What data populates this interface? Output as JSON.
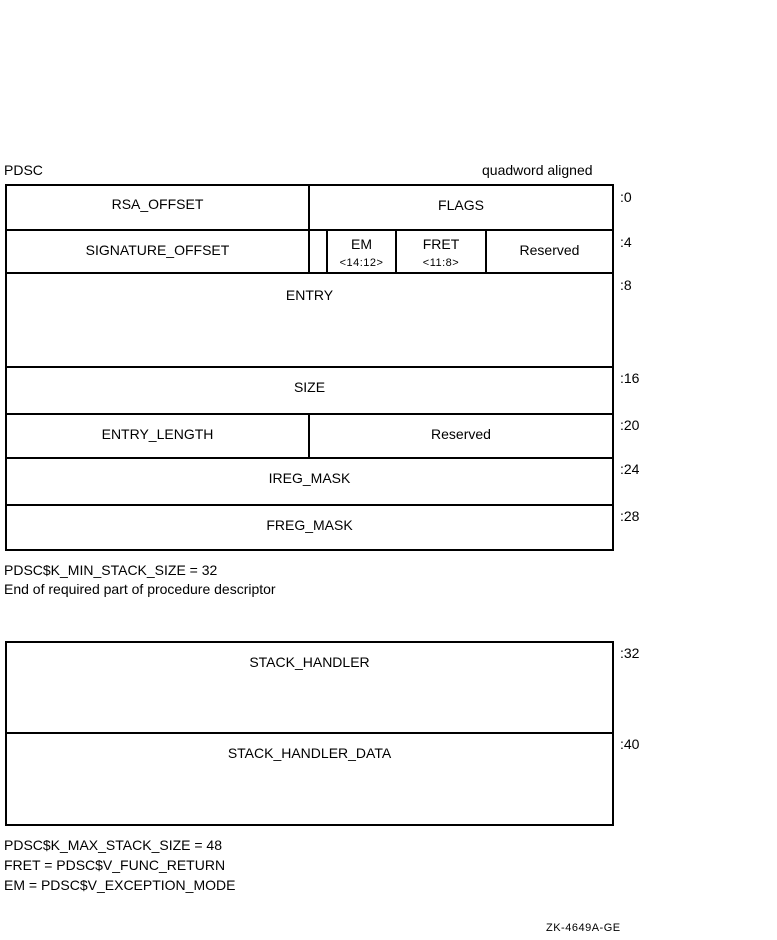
{
  "header": {
    "title": "PDSC",
    "alignment": "quadword aligned"
  },
  "required_block": {
    "rows": {
      "r0_left": "RSA_OFFSET",
      "r0_right": "FLAGS",
      "r4_left": "SIGNATURE_OFFSET",
      "r4_em": "EM",
      "r4_em_bits": "<14:12>",
      "r4_fret": "FRET",
      "r4_fret_bits": "<11:8>",
      "r4_reserved": "Reserved",
      "r8": "ENTRY",
      "r16": "SIZE",
      "r20_left": "ENTRY_LENGTH",
      "r20_right": "Reserved",
      "r24": "IREG_MASK",
      "r28": "FREG_MASK"
    },
    "offsets": [
      ":0",
      ":4",
      ":8",
      ":16",
      ":20",
      ":24",
      ":28"
    ]
  },
  "min_stack_note": "PDSC$K_MIN_STACK_SIZE = 32",
  "required_note": "End of required part of procedure descriptor",
  "optional_block": {
    "rows": {
      "r32": "STACK_HANDLER",
      "r40": "STACK_HANDLER_DATA"
    },
    "offsets": [
      ":32",
      ":40"
    ]
  },
  "legend": [
    "PDSC$K_MAX_STACK_SIZE = 48",
    "FRET = PDSC$V_FUNC_RETURN",
    "EM = PDSC$V_EXCEPTION_MODE"
  ],
  "figure_code": "ZK-4649A-GE"
}
